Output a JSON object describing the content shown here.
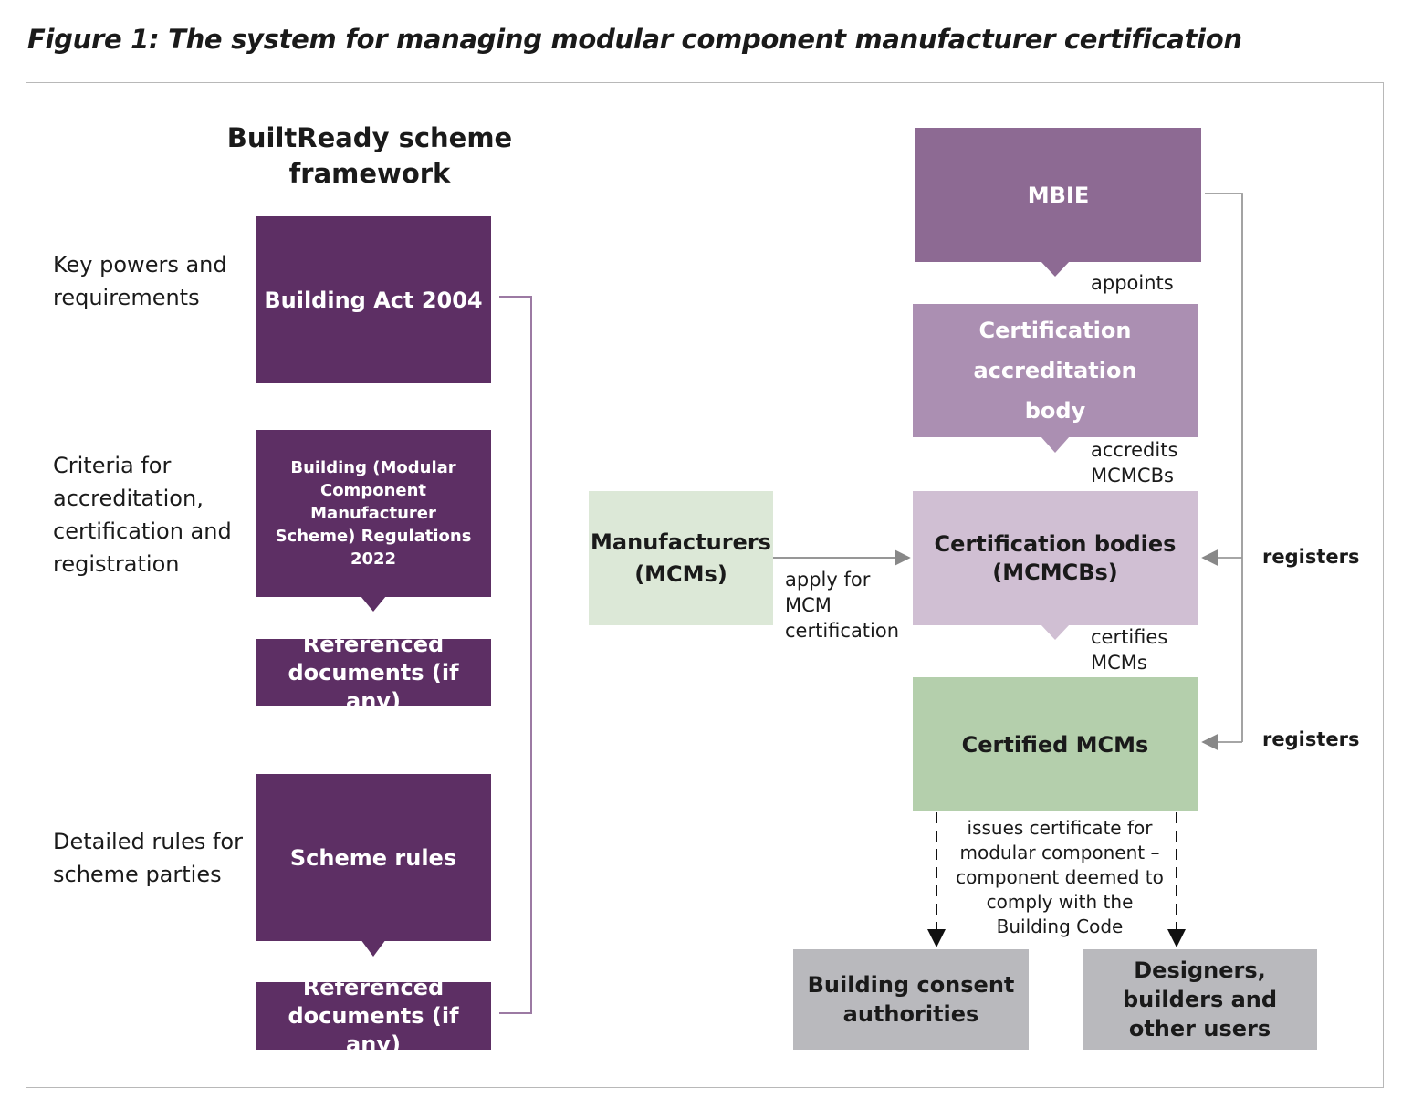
{
  "title": "Figure 1: The system for managing modular component manufacturer certification",
  "framework": {
    "heading": "BuiltReady scheme framework",
    "rows": [
      {
        "side_label": "Key powers and requirements",
        "box": "Building Act 2004"
      },
      {
        "side_label": "Criteria for accreditation, certification and registration",
        "box": "Building (Modular Component Manufacturer Scheme) Regulations 2022",
        "sub_box": "Referenced documents (if any)"
      },
      {
        "side_label": "Detailed rules for scheme parties",
        "box": "Scheme rules",
        "sub_box": "Referenced documents (if any)"
      }
    ]
  },
  "flow": {
    "mbie": "MBIE",
    "appoints": "appoints",
    "accreditation_body": "Certification accreditation body",
    "accredits": "accredits MCMCBs",
    "manufacturers": "Manufacturers (MCMs)",
    "apply": "apply for MCM certification",
    "cert_bodies": "Certification bodies (MCMCBs)",
    "registers_1": "registers",
    "certifies": "certifies MCMs",
    "certified": "Certified MCMs",
    "registers_2": "registers",
    "issues": "issues certificate for modular component – component deemed to comply with the Building Code",
    "bca": "Building consent authorities",
    "designers": "Designers, builders and other users"
  },
  "colors": {
    "framework_purple": "#5d2f64",
    "mbie": "#8d6a93",
    "accreditation": "#ab8fb2",
    "cert_bodies": "#d0bfd3",
    "manufacturers": "#dce8d7",
    "certified": "#b4cfac",
    "users": "#b9b9bd"
  }
}
